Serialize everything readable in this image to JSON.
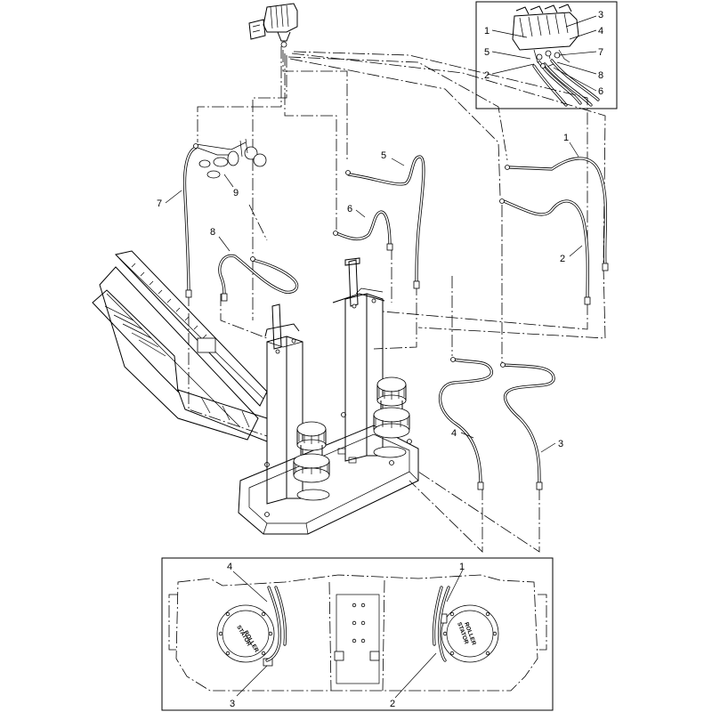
{
  "callouts": {
    "main": {
      "c1": "1",
      "c2": "2",
      "c3": "3",
      "c4": "4",
      "c5": "5",
      "c6": "6",
      "c7": "7",
      "c8": "8",
      "c9": "9"
    },
    "inset_top": {
      "c1": "1",
      "c2": "2",
      "c3": "3",
      "c4": "4",
      "c5": "5",
      "c6": "6",
      "c7": "7",
      "c8": "8"
    },
    "inset_bottom": {
      "c1": "1",
      "c2": "2",
      "c3": "3",
      "c4": "4"
    }
  },
  "motor_labels": {
    "left_line1": "ROLLER",
    "left_line2": "STATOR",
    "right_line1": "ROLLER",
    "right_line2": "STATOR"
  }
}
